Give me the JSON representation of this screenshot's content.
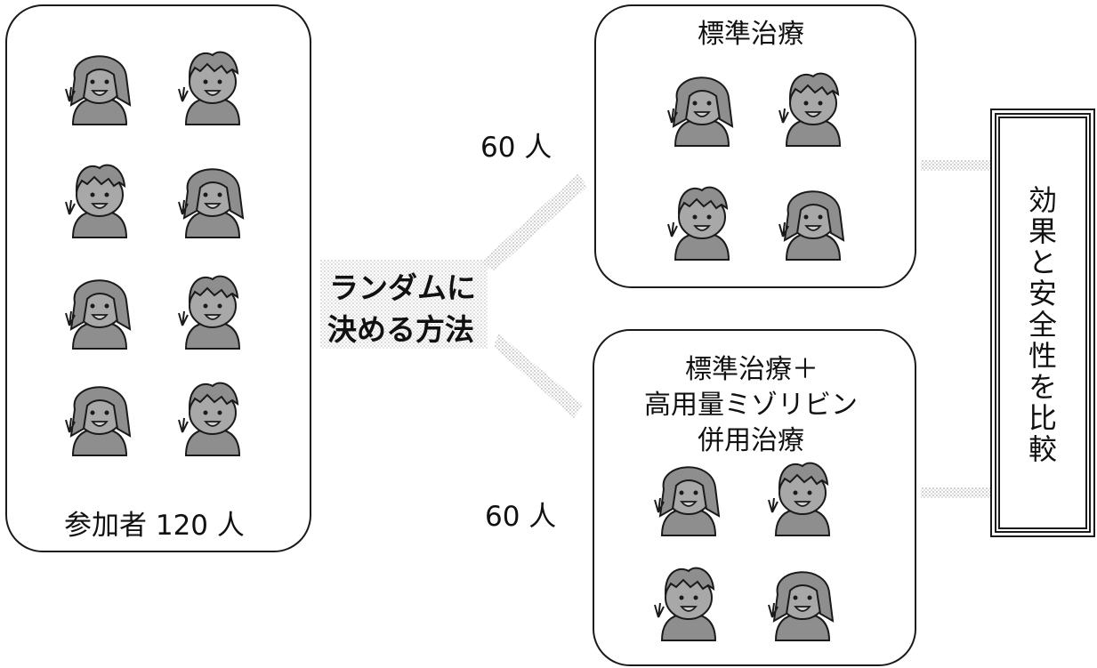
{
  "participants": {
    "caption": "参加者 120 人"
  },
  "method": {
    "line1": "ランダムに",
    "line2": "決める方法"
  },
  "group_a": {
    "count": "60 人",
    "title": "標準治療"
  },
  "group_b": {
    "count": "60 人",
    "title_lines": [
      "標準治療＋",
      "高用量ミゾリビン",
      "併用治療"
    ]
  },
  "outcome": {
    "chars": [
      "効",
      "果",
      "と",
      "安",
      "全",
      "性",
      "を",
      "比",
      "較"
    ]
  },
  "colors": {
    "stroke": "#1a1a1a",
    "kid_fill": "#8e8e8e",
    "skin": "#a8a8a8",
    "shade": "#cfcfcf"
  },
  "icons": {
    "participants": [
      "child-girl-icon",
      "child-boy-icon",
      "child-boy-icon",
      "child-girl-icon",
      "child-girl-icon",
      "child-boy-icon",
      "child-girl-icon",
      "child-boy-icon"
    ],
    "group_a": [
      "child-girl-icon",
      "child-boy-icon",
      "child-boy-icon",
      "child-girl-icon"
    ],
    "group_b": [
      "child-girl-icon",
      "child-boy-icon",
      "child-boy-icon",
      "child-girl-icon"
    ]
  }
}
